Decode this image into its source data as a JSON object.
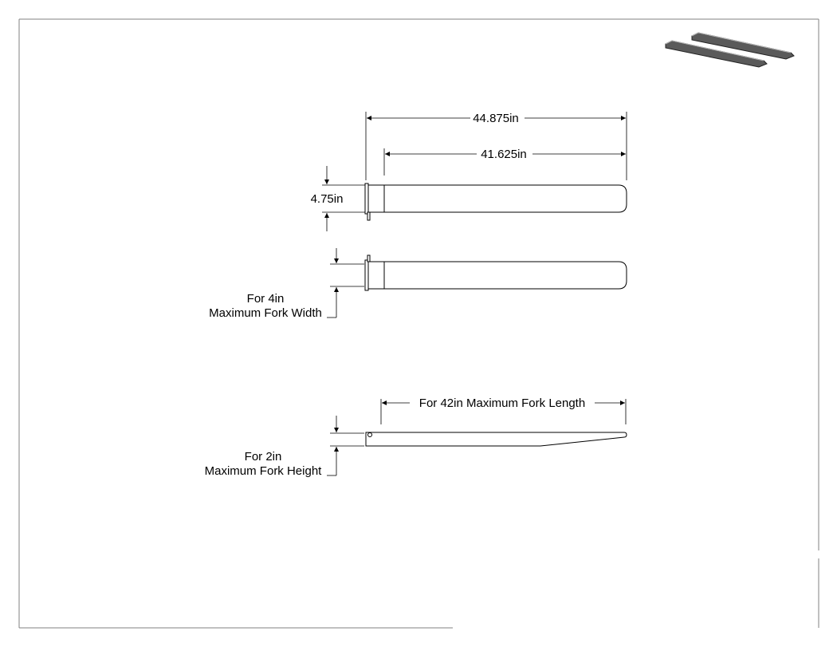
{
  "dimensions": {
    "overall_length": "44.875in",
    "inner_length": "41.625in",
    "height": "4.75in",
    "fork_width_line1": "For 4in",
    "fork_width_line2": "Maximum Fork Width",
    "fork_length": "For 42in Maximum Fork Length",
    "fork_height_line1": "For 2in",
    "fork_height_line2": "Maximum Fork Height"
  },
  "colors": {
    "line": "#000000",
    "frame": "#808080",
    "thumbnail_fill": "#5a5a5a"
  }
}
